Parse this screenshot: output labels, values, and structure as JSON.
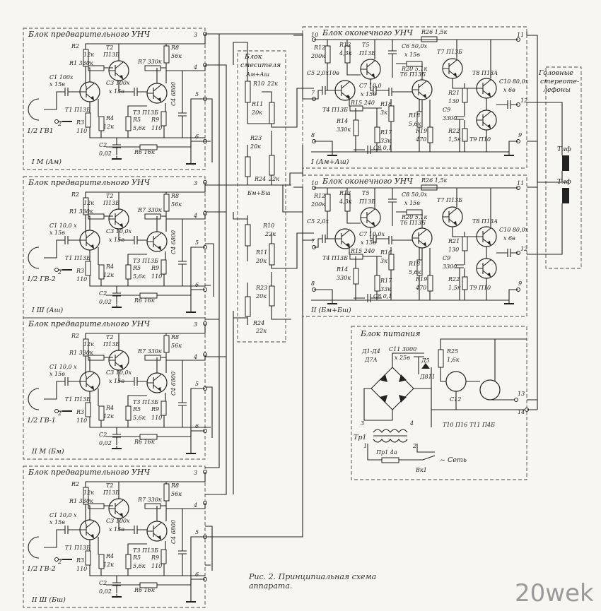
{
  "preamp_blocks": [
    {
      "title": "Блок предварительного УНЧ",
      "input": "1/2 ГВ1",
      "channel": "I М (Ам)",
      "components": {
        "R1": "R1 330к",
        "R2": "R2",
        "R2v": "12к",
        "T2": "T2",
        "T2t": "П13Б",
        "C1": "C1 100x",
        "C1v": "x 15в",
        "T1": "T1 П13Б",
        "R3": "R3",
        "R3v": "110",
        "R4": "R4",
        "R4v": "12к",
        "C2": "C2",
        "C2v": "0,02",
        "C3": "C3 100x",
        "C3v": "x 15в",
        "R7": "R7 330к",
        "R8": "R8",
        "R8v": "56к",
        "T3": "T3 П13Б",
        "R5": "R5",
        "R5v": "5,6к",
        "R9": "R9",
        "R9v": "110",
        "C4": "C4 6800",
        "R6": "R6 16к"
      },
      "terminals": [
        "2",
        "3",
        "4",
        "5",
        "6"
      ]
    },
    {
      "title": "Блок предварительного УНЧ",
      "input": "1/2 ГВ-2",
      "channel": "I Ш (Аш)",
      "components": {
        "R1": "R1 330к",
        "R2": "R2",
        "R2v": "12к",
        "T2": "T2",
        "T2t": "П13Б",
        "C1": "C1 10,0 x",
        "C1v": "x 15в",
        "T1": "T1 П13Б",
        "R3": "R3",
        "R3v": "110",
        "R4": "R4",
        "R4v": "12к",
        "C2": "C2",
        "C2v": "0,02",
        "C3": "C3 10,0x",
        "C3v": "x 15в",
        "R7": "R7 330к",
        "R8": "R8",
        "R8v": "56к",
        "T3": "T3 П13Б",
        "R5": "R5",
        "R5v": "5,6к",
        "R9": "R9",
        "R9v": "110",
        "C4": "C4 6800",
        "R6": "R6 16к"
      },
      "terminals": [
        "2",
        "3",
        "4",
        "5",
        "6"
      ]
    },
    {
      "title": "Блок предварительного УНЧ",
      "input": "1/2 ГВ-1",
      "channel": "II М (Бм)",
      "components": {
        "R1": "R1 330к",
        "R2": "R2",
        "R2v": "12к",
        "T2": "T2",
        "T2t": "П13Б",
        "C1": "C1 10,0 x",
        "C1v": "x 15в",
        "T1": "T1 П13Б",
        "R3": "R3",
        "R3v": "110",
        "R4": "R4",
        "R4v": "12к",
        "C2": "C2",
        "C2v": "0,02",
        "C3": "C3 10,0x",
        "C3v": "x 15в",
        "R7": "R7 330к",
        "R8": "R8",
        "R8v": "56к",
        "T3": "T3 П13Б",
        "R5": "R5",
        "R5v": "5,6к",
        "R9": "R9",
        "R9v": "110",
        "C4": "C4 6800",
        "R6": "R6 16к"
      },
      "terminals": [
        "2",
        "3",
        "4",
        "5",
        "6"
      ]
    },
    {
      "title": "Блок предварительного УНЧ",
      "input": "1/2 ГВ-2",
      "channel": "II Ш (Бш)",
      "components": {
        "R1": "R1 330к",
        "R2": "R2",
        "R2v": "12к",
        "T2": "T2",
        "T2t": "П13Б",
        "C1": "C1 10,0 x",
        "C1v": "x 15в",
        "T1": "T1 П13Б",
        "R3": "R3",
        "R3v": "110",
        "R4": "R4",
        "R4v": "12к",
        "C2": "C2",
        "C2v": "0,02",
        "C3": "C3 100x",
        "C3v": "x 15в",
        "R7": "R7 330к",
        "R8": "R8",
        "R8v": "56к",
        "T3": "T3 П13Б",
        "R5": "R5",
        "R5v": "5,6к",
        "R9": "R9",
        "R9v": "110",
        "C4": "C4 6800",
        "R6": "R6 16к"
      },
      "terminals": [
        "2",
        "3",
        "4",
        "5",
        "6"
      ]
    }
  ],
  "mixer": {
    "title_line1": "Блок",
    "title_line2": "смесителя",
    "top_sum": "Ам+Аш",
    "bottom_sum": "Бм+Бш",
    "components": [
      {
        "name": "R10",
        "value": "22к"
      },
      {
        "name": "R11",
        "value": "20к"
      },
      {
        "name": "R23",
        "value": "20к"
      },
      {
        "name": "R24",
        "value": "22к"
      }
    ]
  },
  "power_amp_blocks": [
    {
      "title": "Блок оконечного УНЧ",
      "channel": "I (Ам+Аш)",
      "labels": {
        "R12": "R12",
        "R12v": "200к",
        "R13": "R13",
        "R13v": "4,3к",
        "T5": "T5",
        "T5t": "П13Б",
        "C6": "C6 50,0x",
        "C6v": "x 15в",
        "R26": "R26 1,5к",
        "T7": "T7 П13Б",
        "R20": "R20 5,1к",
        "C5": "C5 2,0x10в",
        "C7": "C7 10,0",
        "C7v": "x 15в",
        "T6": "T6 П13Б",
        "T8": "T8 П13А",
        "C10": "C10 80,0x",
        "C10v": "x 6в",
        "T4": "T4 П13Б",
        "R15": "R15 240",
        "R16": "R16",
        "R16v": "3к",
        "R14": "R14",
        "R14v": "330к",
        "R17": "R17",
        "R17v": "33к",
        "R18": "R18",
        "R18v": "5,6к",
        "R19": "R19",
        "R19v": "470",
        "R21": "R21",
        "R21v": "130",
        "C9": "C9",
        "C9v": "3300",
        "R22": "R22",
        "R22v": "1,5к",
        "T9": "T9 П10",
        "C8": "C8 0,1"
      },
      "terminals": [
        "7",
        "8",
        "9",
        "10",
        "11",
        "12"
      ]
    },
    {
      "title": "Блок оконечного УНЧ",
      "channel": "II (Бм+Бш)",
      "labels": {
        "R12": "R12",
        "R12v": "200к",
        "R13": "R13",
        "R13v": "4,3к",
        "T5": "T5",
        "T5t": "П13Б",
        "C6": "C8 50,0x",
        "C6v": "x 15в",
        "R26": "R26 1,5к",
        "T7": "T7 П13Б",
        "R20": "R20 5,1к",
        "C5": "C5 2,0x",
        "C7": "C7 10,0x",
        "C7v": "x 15в",
        "T6": "T6 П13Б",
        "T8": "T8 П13А",
        "C10": "C10 80,0x",
        "C10v": "x 6в",
        "T4": "T4 П13Б",
        "R15": "R15 240",
        "R16": "R16",
        "R16v": "3к",
        "R14": "R14",
        "R14v": "330к",
        "R17": "R17",
        "R17v": "33к",
        "R18": "R18",
        "R18v": "5,6к",
        "R19": "R19",
        "R19v": "470",
        "R21": "R21",
        "R21v": "130",
        "C9": "C9",
        "C9v": "3300",
        "R22": "R22",
        "R22v": "1,5к",
        "T9": "T9 П10",
        "C8": "C8 0,1"
      },
      "terminals": [
        "7",
        "8",
        "9",
        "10",
        "11",
        "12"
      ]
    }
  ],
  "headphones": {
    "title_line1": "Головные",
    "title_line2": "стереоте-",
    "title_line3": "лефоны",
    "phone_label": "Тлф"
  },
  "power_supply": {
    "title": "Блок питания",
    "bridge": "Д1-Д4",
    "bridge_type": "Д7А",
    "C11": "C11 3000",
    "C11v": "x 25в",
    "R25": "R25",
    "R25v": "1,6к",
    "D5": "Д5",
    "D5t": "Д811",
    "C12": "C12",
    "T10": "T10 П16",
    "T11": "T11 П4Б",
    "transformer": "Тр1",
    "fuse": "Пр1 4а",
    "switch": "Вк1",
    "mains": "~ Сеть",
    "terminals": [
      "13",
      "14"
    ],
    "winding_numbers": [
      "1",
      "2",
      "3",
      "4"
    ]
  },
  "caption": {
    "line1": "Рис. 2. Принципиальная схема",
    "line2": "аппарата."
  },
  "watermark": "20wek"
}
